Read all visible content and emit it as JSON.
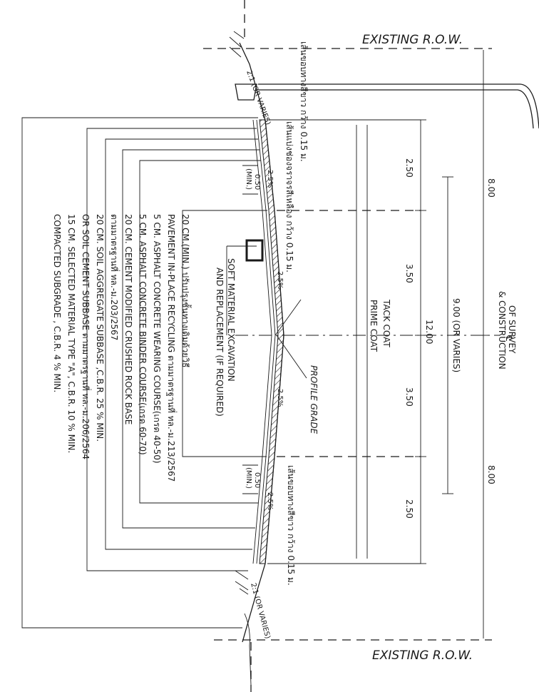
{
  "row": {
    "top": "EXISTING R.O.W.",
    "bottom": "EXISTING R.O.W."
  },
  "centerline": {
    "symbol": "℄",
    "line1": "OF SURVEY",
    "line2": "& CONSTRUCTION"
  },
  "dimensions": {
    "half_left": "8.00",
    "half_right": "8.00",
    "travelway": "9.00 (OR VARIES)",
    "total": "12.00",
    "shoulder_left": "2.50",
    "lane_left": "3.50",
    "lane_right": "3.50",
    "shoulder_right": "2.50",
    "edge_left": "0.50",
    "edge_left_min": "(MIN.)",
    "edge_right": "0.50",
    "edge_right_min": "(MIN.)"
  },
  "slopes": {
    "s1": "2.5%",
    "s2": "2.5%",
    "s3": "2.5%",
    "s4": "2.5%",
    "side_left": "2:1 (OR VARIES)",
    "side_right": "2:1 (OR VARIES)"
  },
  "coats": {
    "tack": "TACK COAT",
    "prime": "PRIME COAT"
  },
  "callouts": {
    "profile_grade": "PROFILE GRADE",
    "edge_line_left": "เส้นขอบทางสีขาว กว้าง 0.15 ม.",
    "edge_line_right": "เส้นขอบทางสีขาว กว้าง 0.15 ม.",
    "center_line": "เส้นแบ่งช่องจราจรสีเหลือง กว้าง 0.15 ม.",
    "soft_1": "SOFT MATERIAL EXCAVATION",
    "soft_2": "AND REPLACEMENT (IF REQUIRED)"
  },
  "layers": [
    "20 CM.(MIN.) ปรับปรุงชั้นทางเดิมด้วยวิธี",
    "PAVEMENT IN-PLACE RECYCLING ตามมาตรฐานที่ ทล.-ม.213/2567",
    "5 CM. ASPHALT CONCRETE WEARING COURSE(เกรด 40-50)",
    "5 CM. ASPHALT CONCRETE BINDER COURSE(เกรด 60-70)",
    "20 CM. CEMENT MODIFIED CRUSHED ROCK BASE",
    "ตามมาตรฐานที่ ทล.-ม.203/2567",
    "20 CM. SOIL AGGREGATE SUBBASE ,C.B.R. 25 % MIN.",
    "OR SOIL CEMENT SUBBASE ตามมาตรฐานที่ ทล.-ม.206/2564",
    "15 CM. SELECTED MATERIAL TYPE \"A\", C.B.R. 10 % MIN.",
    "COMPACTED SUBGRADE , C.B.R. 4 % MIN."
  ]
}
